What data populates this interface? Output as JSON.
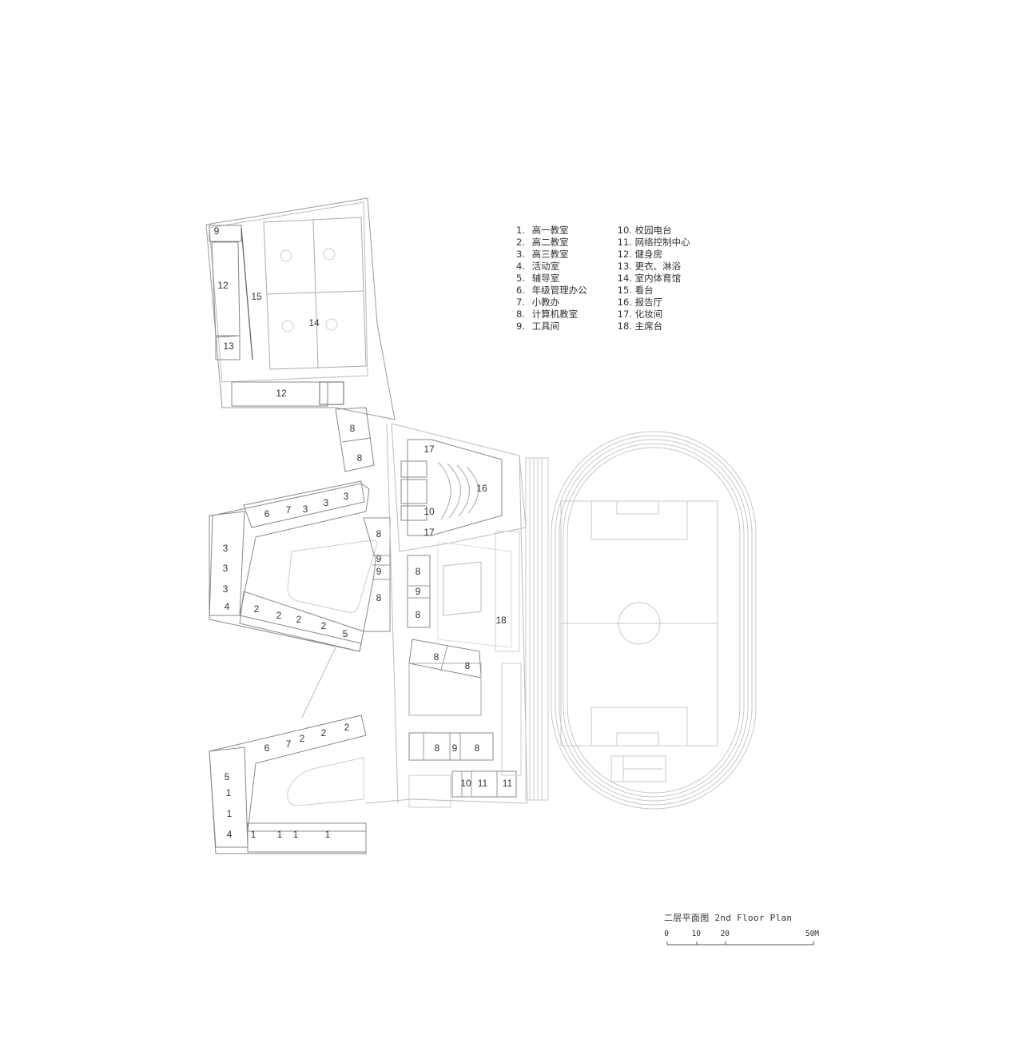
{
  "drawing": {
    "title_cn": "二层平面图",
    "title_en": "2nd Floor Plan",
    "scale_bar": {
      "ticks": [
        "0",
        "10",
        "20",
        "50M"
      ]
    }
  },
  "legend": {
    "col1": [
      {
        "num": "1.",
        "label": "高一教室"
      },
      {
        "num": "2.",
        "label": "高二教室"
      },
      {
        "num": "3.",
        "label": "高三教室"
      },
      {
        "num": "4.",
        "label": "活动室"
      },
      {
        "num": "5.",
        "label": "辅导室"
      },
      {
        "num": "6.",
        "label": "年级管理办公"
      },
      {
        "num": "7.",
        "label": "小教办"
      },
      {
        "num": "8.",
        "label": "计算机教室"
      },
      {
        "num": "9.",
        "label": "工具间"
      }
    ],
    "col2": [
      {
        "num": "10.",
        "label": "校园电台"
      },
      {
        "num": "11.",
        "label": "网络控制中心"
      },
      {
        "num": "12.",
        "label": "健身房"
      },
      {
        "num": "13.",
        "label": "更衣、淋浴"
      },
      {
        "num": "14.",
        "label": "室内体育馆"
      },
      {
        "num": "15.",
        "label": "看台"
      },
      {
        "num": "16.",
        "label": "报告厅"
      },
      {
        "num": "17.",
        "label": "化妆间"
      },
      {
        "num": "18.",
        "label": "主席台"
      }
    ]
  },
  "rooms": {
    "gym_9": "9",
    "gym_12a": "12",
    "gym_15": "15",
    "gym_14": "14",
    "gym_13": "13",
    "gym_12b": "12",
    "n8a": "8",
    "n8b": "8",
    "r6a": "6",
    "r7a": "7",
    "r3a": "3",
    "r3b": "3",
    "r3c": "3",
    "r3d": "3",
    "r3e": "3",
    "r3f": "3",
    "r4a": "4",
    "r2a": "2",
    "r2b": "2",
    "r2c": "2",
    "r2d": "2",
    "r5a": "5",
    "c8a": "8",
    "c9a": "9",
    "c9b": "9",
    "c8b": "8",
    "r6b": "6",
    "r7b": "7",
    "r2e": "2",
    "r2f": "2",
    "r2g": "2",
    "r5b": "5",
    "r1a": "1",
    "r1b": "1",
    "r4b": "4",
    "r1c": "1",
    "r1d": "1",
    "r1e": "1",
    "r1f": "1",
    "a17a": "17",
    "a16": "16",
    "a10": "10",
    "a17b": "17",
    "m8a": "8",
    "m9": "9",
    "m8b": "8",
    "s18": "18",
    "l8a": "8",
    "l8b": "8",
    "b8a": "8",
    "b9": "9",
    "b8b": "8",
    "b10": "10",
    "b11a": "11",
    "b11b": "11"
  }
}
